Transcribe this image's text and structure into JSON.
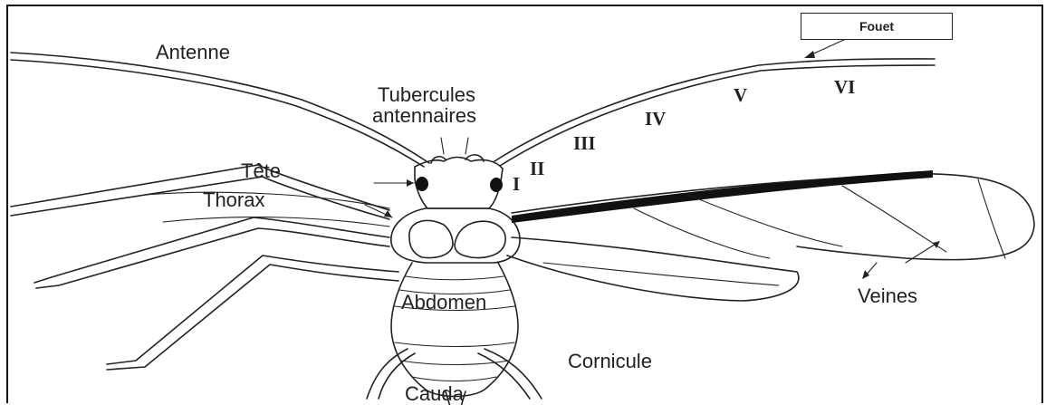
{
  "labels": {
    "antenne": "Antenne",
    "tubercules_line1": "Tubercules",
    "tubercules_line2": "antennaires",
    "tete": "Tête",
    "thorax": "Thorax",
    "abdomen": "Abdomen",
    "veines": "Veines",
    "cornicule": "Cornicule",
    "cauda": "Cauda",
    "fouet": "Fouet"
  },
  "segments": [
    "I",
    "II",
    "III",
    "IV",
    "V",
    "VI"
  ],
  "colors": {
    "line": "#222222",
    "background": "#ffffff"
  }
}
